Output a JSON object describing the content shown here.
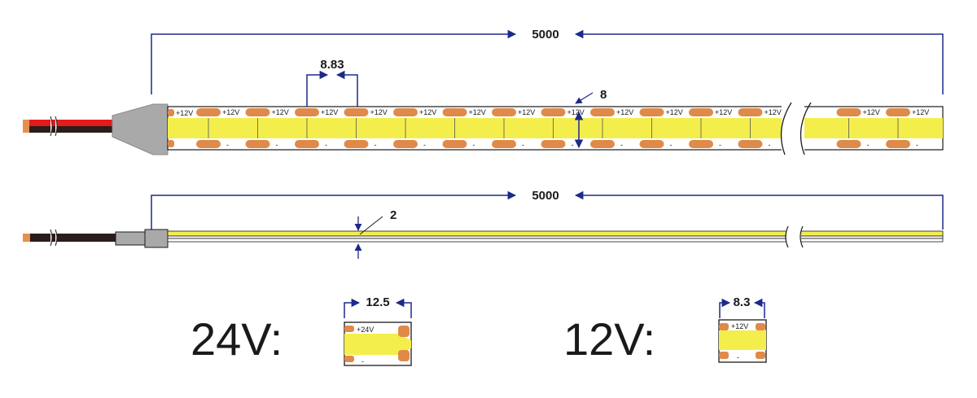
{
  "colors": {
    "dimension": "#1c2a8a",
    "led": "#f4ee4c",
    "pad": "#e08a4a",
    "wire_red": "#e31b1b",
    "wire_black": "#2a1d1a",
    "wire_tip": "#e8904a",
    "sleeve": "#a9a9a9",
    "outline": "#1a1a1a"
  },
  "top_view": {
    "total_length": "5000",
    "segment_pitch": "8.83",
    "width": "8",
    "pad_label": "+12V",
    "neg_label": "-"
  },
  "side_view": {
    "total_length": "5000",
    "thickness": "2"
  },
  "detail_24v": {
    "voltage_label": "24V:",
    "pitch": "12.5",
    "pad_label": "+24V",
    "neg_label": "-"
  },
  "detail_12v": {
    "voltage_label": "12V:",
    "pitch": "8.3",
    "pad_label": "+12V",
    "neg_label": "-"
  }
}
